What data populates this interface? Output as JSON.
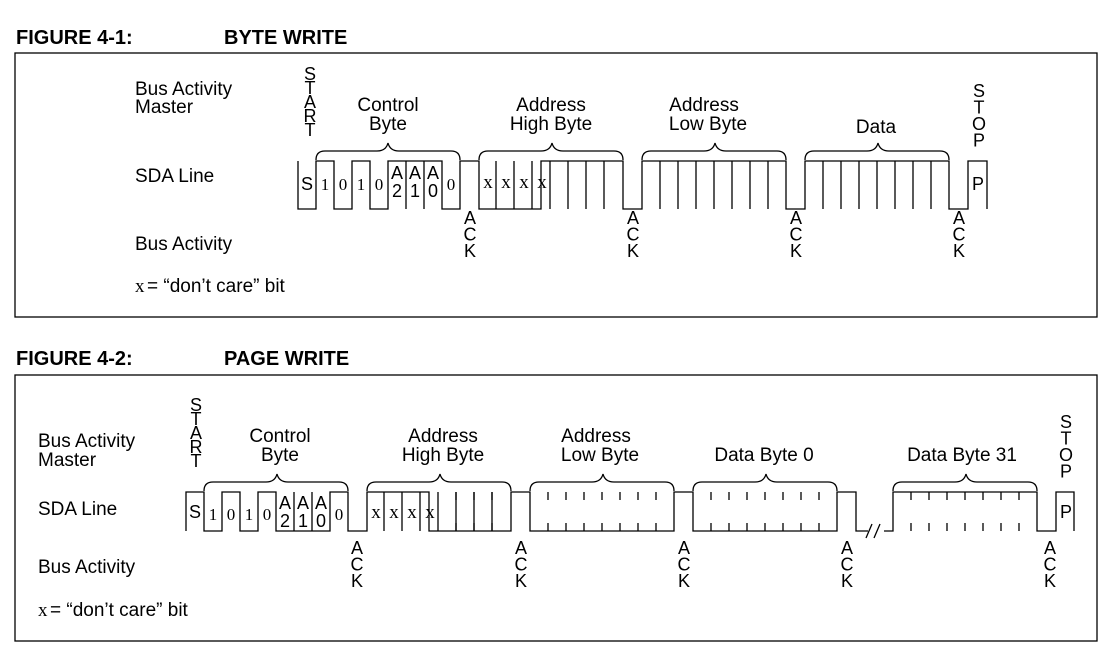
{
  "fig1": {
    "number": "FIGURE 4-1:",
    "title": "BYTE WRITE",
    "labels": {
      "master_line1": "Bus Activity",
      "master_line2": "Master",
      "sda": "SDA Line",
      "activity": "Bus Activity",
      "note_x": "x",
      "note_rest": " = “don’t care” bit"
    },
    "start": "START",
    "stop": "STOP",
    "ack": "ACK",
    "groups": {
      "control_1": "Control",
      "control_2": "Byte",
      "addr_high_1": "Address",
      "addr_high_2": "High Byte",
      "addr_low_1": "Address",
      "addr_low_2": "Low Byte",
      "data": "Data"
    },
    "bits": {
      "s": "S",
      "p": "P",
      "control": [
        "1",
        "0",
        "1",
        "0",
        "A",
        "A",
        "A",
        "0"
      ],
      "control_sub": [
        "",
        "",
        "",
        "",
        "2",
        "1",
        "0",
        ""
      ],
      "addr_high": [
        "x",
        "x",
        "x",
        "x"
      ]
    }
  },
  "fig2": {
    "number": "FIGURE 4-2:",
    "title": "PAGE WRITE",
    "labels": {
      "master_line1": "Bus Activity",
      "master_line2": "Master",
      "sda": "SDA Line",
      "activity": "Bus Activity",
      "note_x": "x",
      "note_rest": " = “don’t care” bit"
    },
    "start": "START",
    "stop": "STOP",
    "ack": "ACK",
    "groups": {
      "control_1": "Control",
      "control_2": "Byte",
      "addr_high_1": "Address",
      "addr_high_2": "High Byte",
      "addr_low_1": "Address",
      "addr_low_2": "Low Byte",
      "data0": "Data Byte 0",
      "data31": "Data Byte 31"
    },
    "bits": {
      "s": "S",
      "p": "P",
      "control": [
        "1",
        "0",
        "1",
        "0",
        "A",
        "A",
        "A",
        "0"
      ],
      "control_sub": [
        "",
        "",
        "",
        "",
        "2",
        "1",
        "0",
        ""
      ],
      "addr_high": [
        "x",
        "x",
        "x",
        "x"
      ]
    }
  }
}
